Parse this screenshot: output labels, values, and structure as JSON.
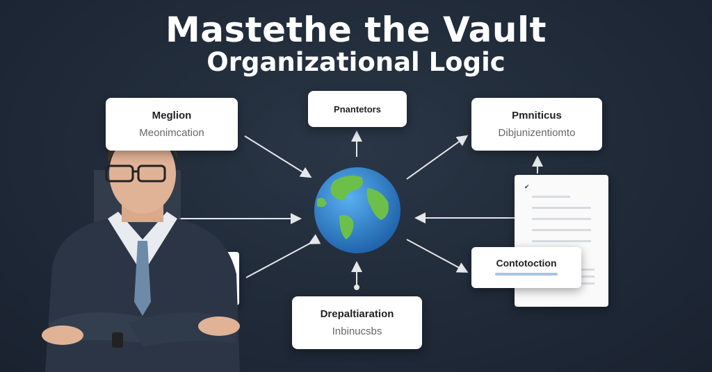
{
  "title": {
    "line1": "Mastethe the Vault",
    "line2": "Organizational Logic"
  },
  "nodes": {
    "top_left": {
      "heading": "Meglion",
      "sub": "Meonimcation"
    },
    "top_center": {
      "heading": "Pnantetors"
    },
    "top_right": {
      "heading": "Pmniticus",
      "sub": "Dibjunizentiomto"
    },
    "bottom_center": {
      "heading": "Drepaltiaration",
      "sub": "Inbinucsbs"
    },
    "bottom_right": {
      "heading": "Contotoction"
    }
  },
  "colors": {
    "background": "#1f2937",
    "accent": "#a9c4e0",
    "globe_ocean": "#2f7fd0",
    "globe_land": "#6cc04a"
  }
}
